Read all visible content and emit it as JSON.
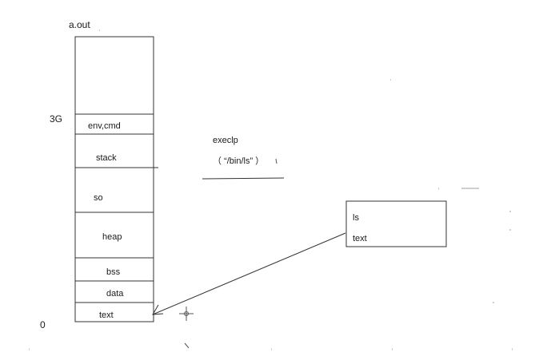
{
  "diagram": {
    "title": "a.out",
    "address_high": "3G",
    "address_low": "0",
    "segments": [
      "env,cmd",
      "stack",
      "so",
      "heap",
      "bss",
      "data",
      "text"
    ],
    "call": {
      "name": "execlp",
      "args": "（ “/bin/ls” ）"
    },
    "target": {
      "name": "ls",
      "segment": "text"
    }
  }
}
